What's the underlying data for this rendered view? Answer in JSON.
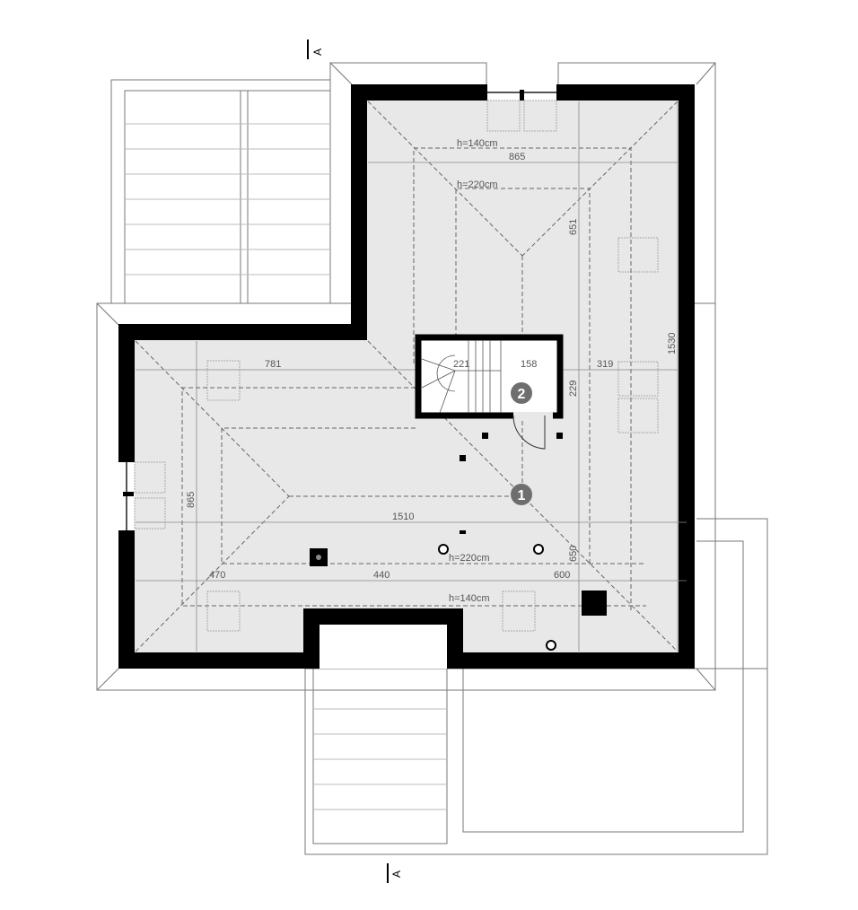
{
  "plan": {
    "section_marker_top": "A",
    "section_marker_bottom": "A",
    "heights": {
      "top_140": "h=140cm",
      "top_220": "h=220cm",
      "bottom_220": "h=220cm",
      "bottom_140": "h=140cm"
    },
    "dimensions": {
      "top_width": "865",
      "top_depth": "651",
      "total_depth": "1530",
      "left_781": "781",
      "stair_221": "221",
      "stair_158": "158",
      "right_319": "319",
      "stair_229": "229",
      "left_865": "865",
      "total_width": "1510",
      "right_650": "650",
      "bottom_470": "470",
      "bottom_440": "440",
      "bottom_600": "600"
    },
    "room_labels": [
      "1",
      "2"
    ],
    "colors": {
      "wall": "#000000",
      "floor": "#e8e8e8",
      "marker": "#6e6e6e"
    }
  }
}
